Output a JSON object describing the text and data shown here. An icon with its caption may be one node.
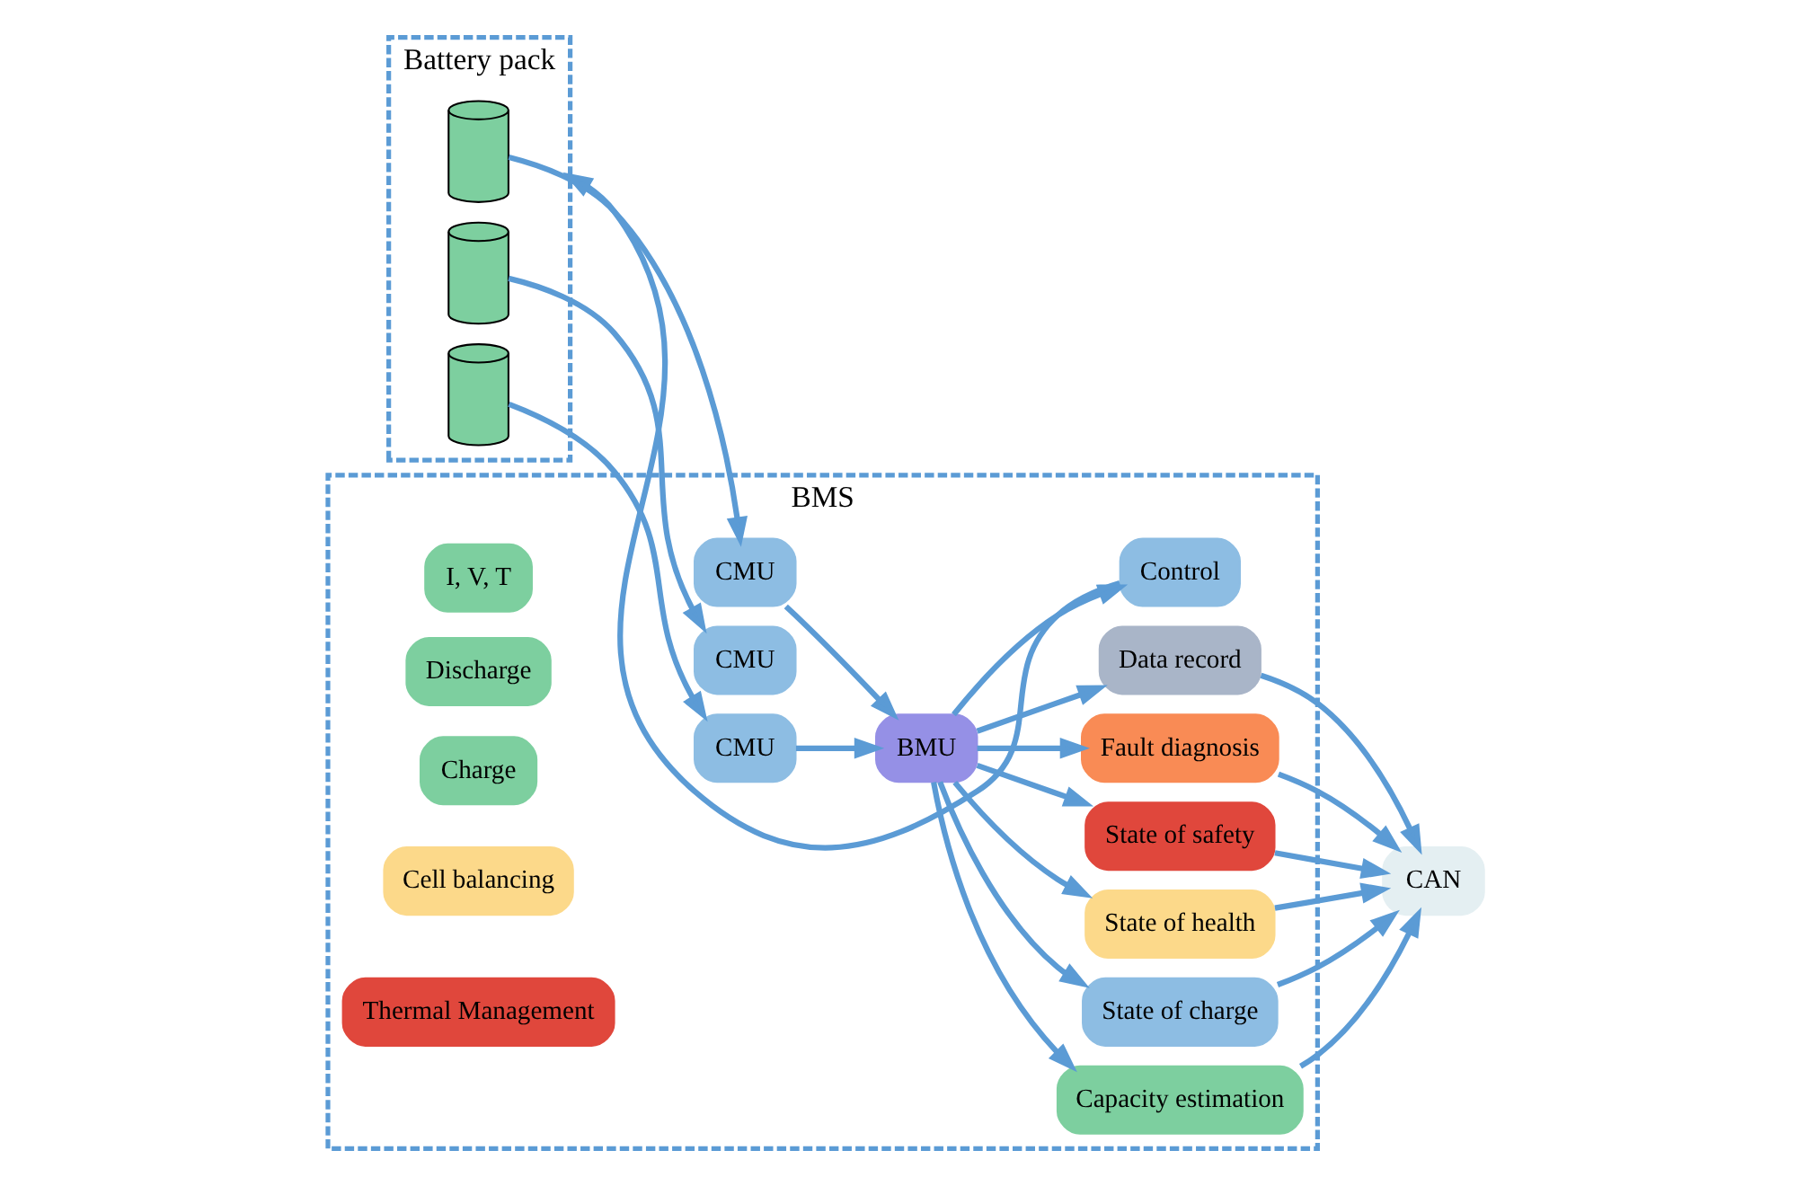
{
  "diagram": {
    "nodes": [
      {
        "text": [
          "Battery pack"
        ]
      },
      {
        "text": [],
        "shape": "cylinder",
        "in": 0
      },
      {
        "text": [],
        "shape": "cylinder",
        "in": 0
      },
      {
        "text": [],
        "shape": "cylinder",
        "in": 0
      },
      {
        "text": [
          "BMS"
        ]
      },
      {
        "text": [
          "CMU"
        ],
        "in": 4
      },
      {
        "text": [
          "CMU"
        ],
        "in": 4
      },
      {
        "text": [
          "CMU"
        ],
        "in": 4
      },
      {
        "text": [
          "I, V, T"
        ],
        "in": 4
      },
      {
        "text": [
          "BMU"
        ],
        "in": 4
      },
      {
        "text": [
          "Capacity estimation"
        ],
        "in": 4
      },
      {
        "text": [
          "State of charge"
        ],
        "in": 4
      },
      {
        "text": [
          "State of health"
        ],
        "in": 4
      },
      {
        "text": [
          "State of safety"
        ],
        "in": 4
      },
      {
        "text": [
          "Fault diagnosis"
        ],
        "in": 4
      },
      {
        "text": [
          "Data record"
        ],
        "in": 4
      },
      {
        "text": [
          "Control"
        ],
        "in": 4
      },
      {
        "text": [
          "Discharge"
        ],
        "in": 4
      },
      {
        "text": [
          "Charge"
        ],
        "in": 4
      },
      {
        "text": [
          "Cell balancing"
        ],
        "in": 4
      },
      {
        "text": [
          "Thermal Management"
        ],
        "in": 4
      },
      {
        "text": [
          "CAN"
        ]
      }
    ],
    "edges": [
      {
        "from": 1,
        "to": 5,
        "arrow": "to"
      },
      {
        "from": 2,
        "to": 6,
        "arrow": "to"
      },
      {
        "from": 3,
        "to": 7,
        "arrow": "to"
      },
      {
        "from": 5,
        "to": 9,
        "arrow": "to"
      },
      {
        "from": 7,
        "to": 9,
        "arrow": "to"
      },
      {
        "from": 9,
        "to": 10,
        "arrow": "to"
      },
      {
        "from": 9,
        "to": 11,
        "arrow": "to"
      },
      {
        "from": 9,
        "to": 12,
        "arrow": "to"
      },
      {
        "from": 9,
        "to": 13,
        "arrow": "to"
      },
      {
        "from": 9,
        "to": 14,
        "arrow": "to"
      },
      {
        "from": 9,
        "to": 15,
        "arrow": "to"
      },
      {
        "from": 10,
        "to": 21,
        "arrow": "to"
      },
      {
        "from": 11,
        "to": 21,
        "arrow": "to"
      },
      {
        "from": 12,
        "to": 21,
        "arrow": "to"
      },
      {
        "from": 13,
        "to": 21,
        "arrow": "to"
      },
      {
        "from": 14,
        "to": 21,
        "arrow": "to"
      },
      {
        "from": 15,
        "to": 21,
        "arrow": "to"
      },
      {
        "from": 9,
        "to": 16,
        "arrow": "to"
      },
      {
        "from": 16,
        "to": 0,
        "arrow": "to"
      }
    ]
  }
}
